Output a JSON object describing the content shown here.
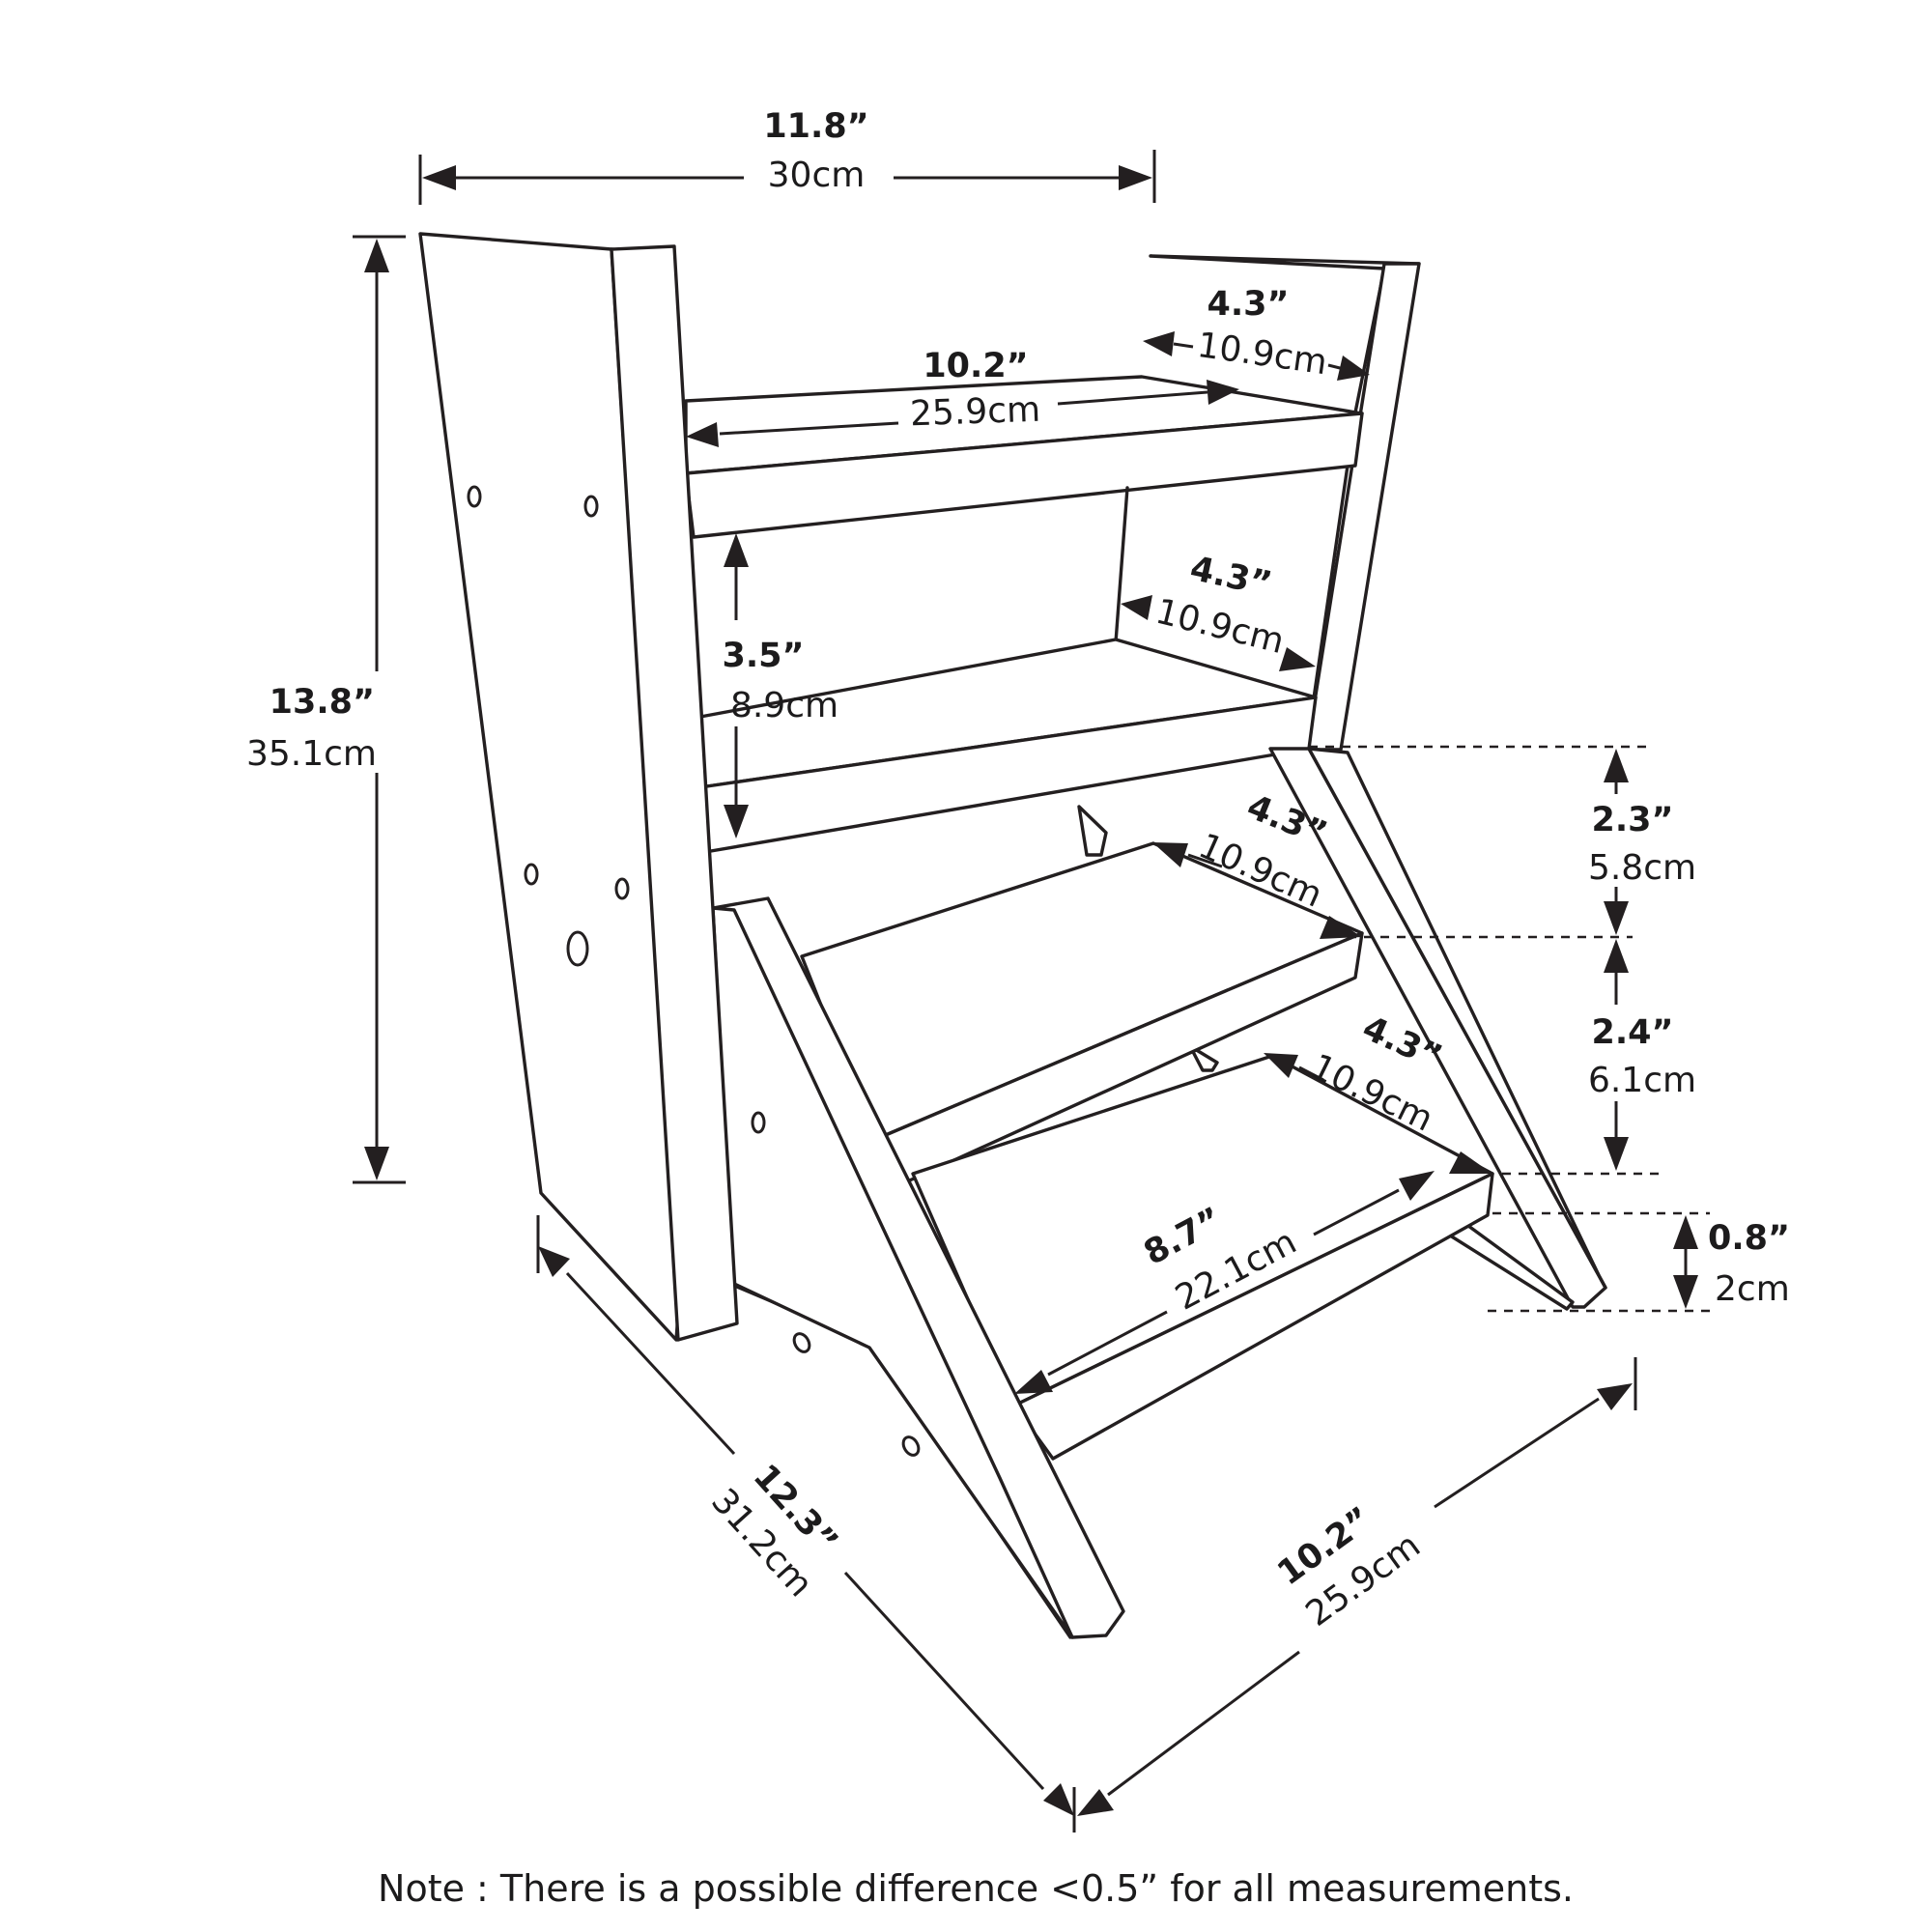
{
  "dimensions": {
    "overall_width": {
      "in": "11.8”",
      "cm": "30cm"
    },
    "top_shelf_length": {
      "in": "10.2”",
      "cm": "25.9cm"
    },
    "top_shelf_depth": {
      "in": "4.3”",
      "cm": "10.9cm"
    },
    "shelf2_depth": {
      "in": "4.3”",
      "cm": "10.9cm"
    },
    "shelf_gap": {
      "in": "3.5”",
      "cm": "8.9cm"
    },
    "overall_height": {
      "in": "13.8”",
      "cm": "35.1cm"
    },
    "step1_depth": {
      "in": "4.3”",
      "cm": "10.9cm"
    },
    "step2_depth": {
      "in": "4.3”",
      "cm": "10.9cm"
    },
    "rise_upper": {
      "in": "2.3”",
      "cm": "5.8cm"
    },
    "rise_lower": {
      "in": "2.4”",
      "cm": "6.1cm"
    },
    "foot_height": {
      "in": "0.8”",
      "cm": "2cm"
    },
    "bottom_step_length": {
      "in": "8.7”",
      "cm": "22.1cm"
    },
    "overall_depth": {
      "in": "12.3”",
      "cm": "31.2cm"
    },
    "base_width": {
      "in": "10.2”",
      "cm": "25.9cm"
    }
  },
  "note": "Note : There is a possible difference <0.5” for all measurements."
}
